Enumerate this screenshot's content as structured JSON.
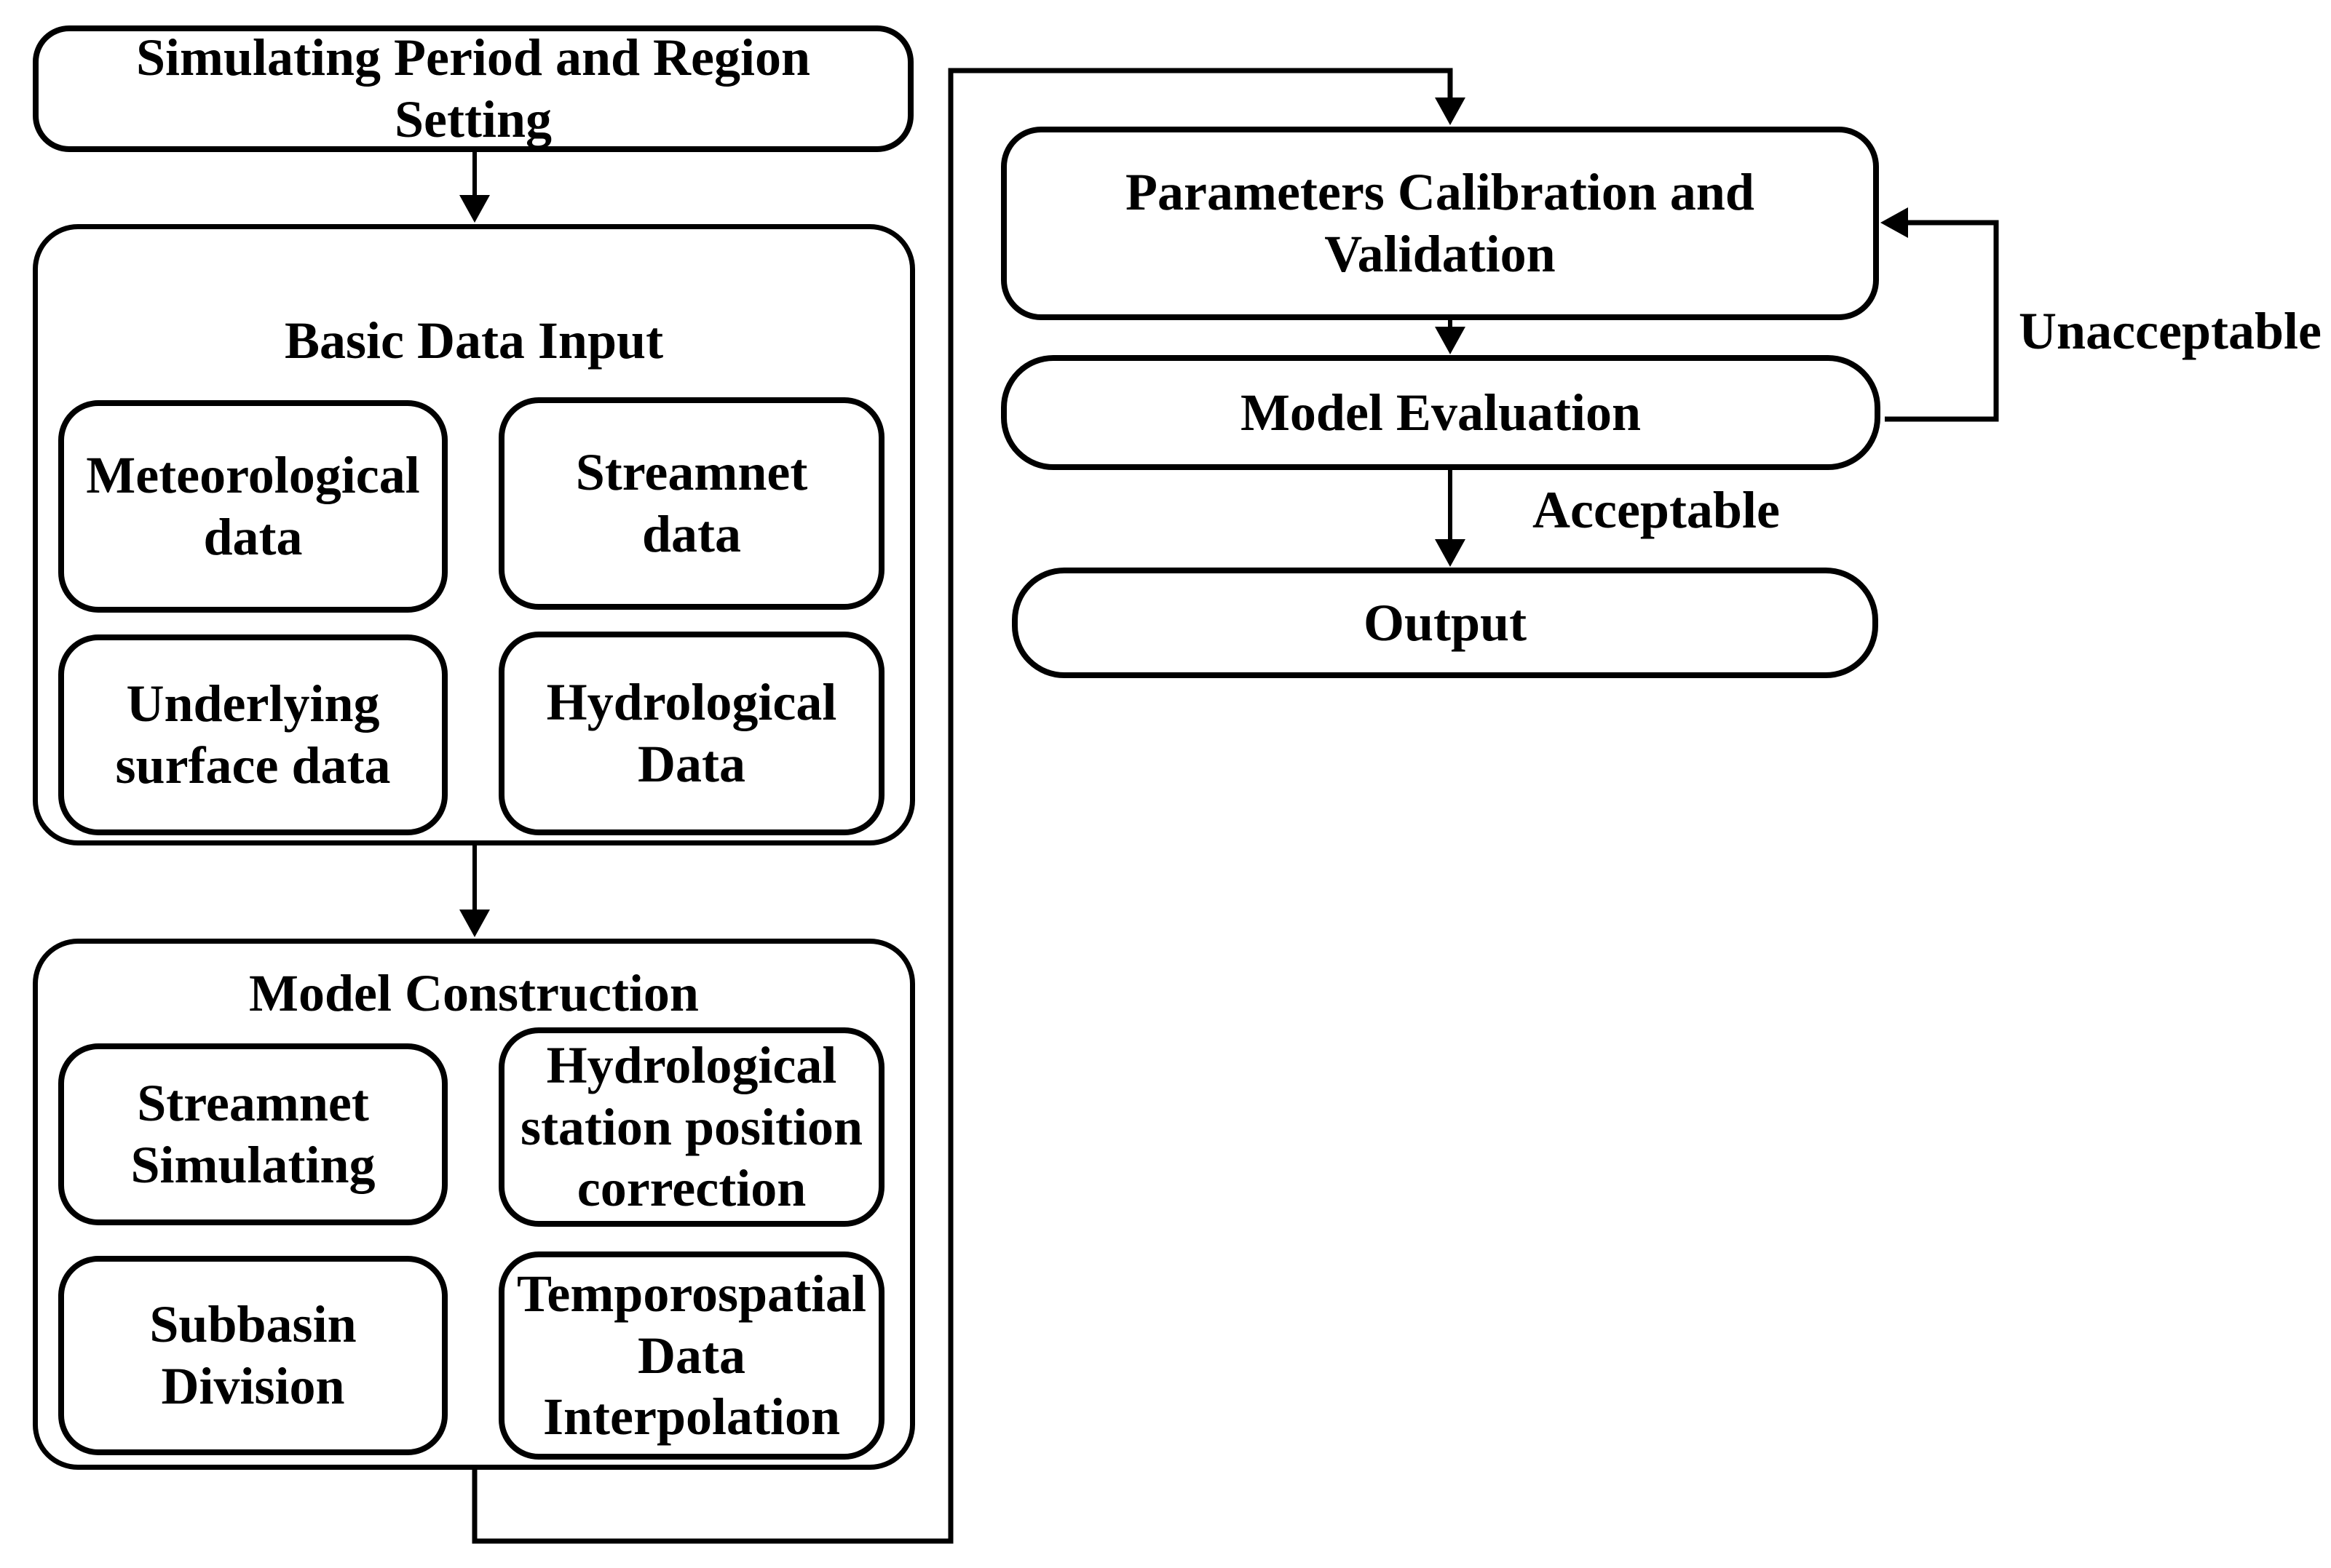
{
  "colors": {
    "stroke": "#000000",
    "background": "#ffffff",
    "text": "#000000"
  },
  "flowchart": {
    "simulating_box": "Simulating Period and Region\nSetting",
    "basic_data_input": {
      "title": "Basic Data Input",
      "meteorological_box": "Meteorological\ndata",
      "streamnet_box": "Streamnet\ndata",
      "underlying_box": "Underlying\nsurface data",
      "hydrological_box": "Hydrological\nData"
    },
    "model_construction": {
      "title": "Model Construction",
      "streamnet_simulating_box": "Streamnet\nSimulating",
      "hydrological_station_box": "Hydrological\nstation position\ncorrection",
      "subbasin_division_box": "Subbasin\nDivision",
      "temporospatial_box": "Temporospatial\nData\nInterpolation"
    },
    "parameters_calibration_box": "Parameters Calibration and\nValidation",
    "model_evaluation_box": "Model Evaluation",
    "output_box": "Output",
    "edge_labels": {
      "unacceptable": "Unacceptable",
      "acceptable": "Acceptable"
    }
  }
}
